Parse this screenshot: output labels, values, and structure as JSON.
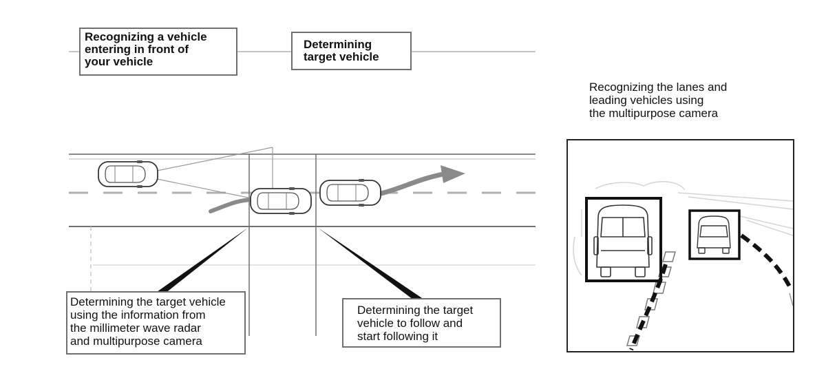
{
  "flow": {
    "step1_label": "Recognizing a vehicle\nentering in front of\nyour vehicle",
    "step2_label": "Determining\ntarget vehicle"
  },
  "callouts": {
    "left": "Determining the target vehicle\nusing the information from\nthe millimeter wave radar\nand multipurpose camera",
    "right": "Determining the target\nvehicle to follow and\nstart following it"
  },
  "camera": {
    "caption": "Recognizing the lanes and\nleading vehicles using\nthe multipurpose camera"
  },
  "colors": {
    "line": "#6f6f6f",
    "trajectory_arrow": "#8a8a8a",
    "dark": "#111111"
  }
}
